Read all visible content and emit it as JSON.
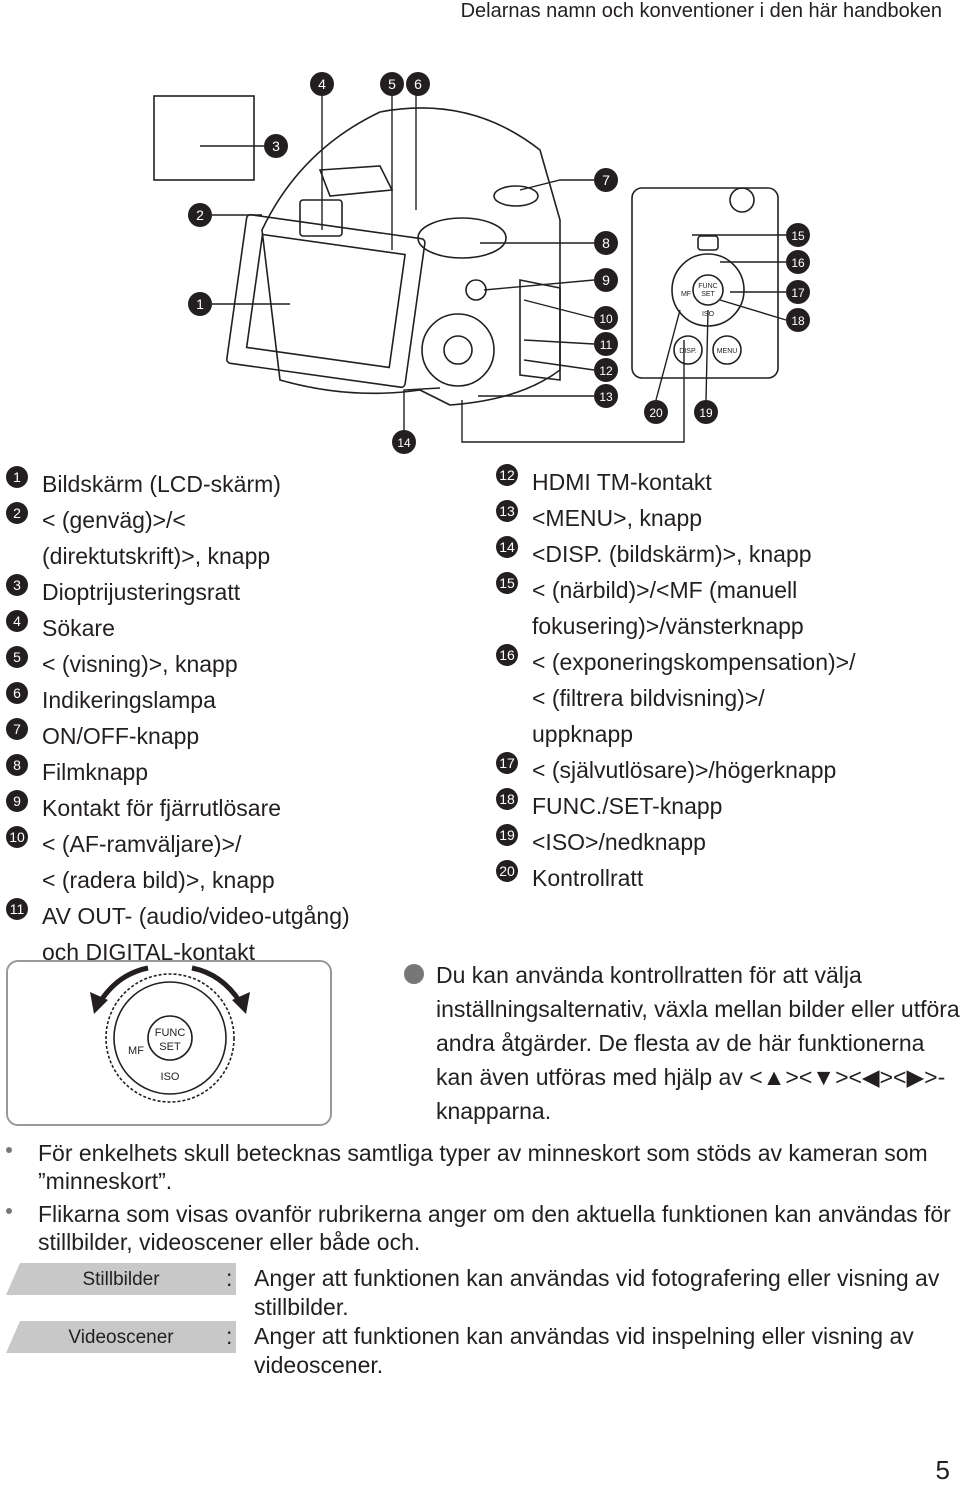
{
  "header": "Delarnas namn och konventioner i den här handboken",
  "callouts": {
    "c1": "1",
    "c2": "2",
    "c3": "3",
    "c4": "4",
    "c5": "5",
    "c6": "6",
    "c7": "7",
    "c8": "8",
    "c9": "9",
    "c10": "10",
    "c11": "11",
    "c12": "12",
    "c13": "13",
    "c14": "14",
    "c15": "15",
    "c16": "16",
    "c17": "17",
    "c18": "18",
    "c19": "19",
    "c20": "20"
  },
  "camera_labels": {
    "func": "FUNC",
    "set": "SET",
    "iso": "ISO",
    "mf": "MF",
    "disp": "DISP.",
    "menu": "MENU"
  },
  "parts": {
    "left": [
      {
        "num": "1",
        "lines": [
          "Bildskärm (LCD-skärm)"
        ]
      },
      {
        "num": "2",
        "lines": [
          "< (genväg)>/<",
          "(direktutskrift)>, knapp"
        ]
      },
      {
        "num": "3",
        "lines": [
          "Dioptrijusteringsratt"
        ]
      },
      {
        "num": "4",
        "lines": [
          "Sökare"
        ]
      },
      {
        "num": "5",
        "lines": [
          "< (visning)>, knapp"
        ]
      },
      {
        "num": "6",
        "lines": [
          "Indikeringslampa"
        ]
      },
      {
        "num": "7",
        "lines": [
          "ON/OFF-knapp"
        ]
      },
      {
        "num": "8",
        "lines": [
          "Filmknapp"
        ]
      },
      {
        "num": "9",
        "lines": [
          "Kontakt för fjärrutlösare"
        ]
      },
      {
        "num": "10",
        "lines": [
          "< (AF-ramväljare)>/",
          "< (radera bild)>, knapp"
        ]
      },
      {
        "num": "11",
        "lines": [
          "AV OUT- (audio/video-utgång)",
          "och DIGITAL-kontakt"
        ]
      }
    ],
    "right": [
      {
        "num": "12",
        "lines": [
          "HDMI TM-kontakt"
        ]
      },
      {
        "num": "13",
        "lines": [
          "<MENU>, knapp"
        ]
      },
      {
        "num": "14",
        "lines": [
          "<DISP. (bildskärm)>, knapp"
        ]
      },
      {
        "num": "15",
        "lines": [
          "< (närbild)>/<MF (manuell",
          "fokusering)>/vänsterknapp"
        ]
      },
      {
        "num": "16",
        "lines": [
          "< (exponeringskompensation)>/",
          "< (filtrera bildvisning)>/",
          "uppknapp"
        ]
      },
      {
        "num": "17",
        "lines": [
          "< (självutlösare)>/högerknapp"
        ]
      },
      {
        "num": "18",
        "lines": [
          "FUNC./SET-knapp"
        ]
      },
      {
        "num": "19",
        "lines": [
          "<ISO>/nedknapp"
        ]
      },
      {
        "num": "20",
        "lines": [
          "Kontrollratt"
        ]
      }
    ]
  },
  "dial_note": "Du kan använda kontrollratten för att välja inställningsalternativ, växla mellan bilder eller utföra andra åtgärder. De flesta av de här funktionerna kan även utföras med hjälp av <▲><▼><◀><▶>-knapparna.",
  "bullets": [
    "För enkelhets skull betecknas samtliga typer av minneskort som stöds av kameran som ”minneskort”.",
    "Flikarna som visas ovanför rubrikerna anger om den aktuella funktionen kan användas för stillbilder, videoscener eller både och."
  ],
  "tags": [
    {
      "label": "Stillbilder",
      "desc": "Anger att funktionen kan användas vid fotografering eller visning av stillbilder."
    },
    {
      "label": "Videoscener",
      "desc": "Anger att funktionen kan användas vid inspelning eller visning av videoscener."
    }
  ],
  "tag_colon": ":",
  "page_number": "5",
  "colors": {
    "text": "#231f20",
    "tab_gray": "#c8c8c8",
    "bullet_gray": "#777777"
  }
}
